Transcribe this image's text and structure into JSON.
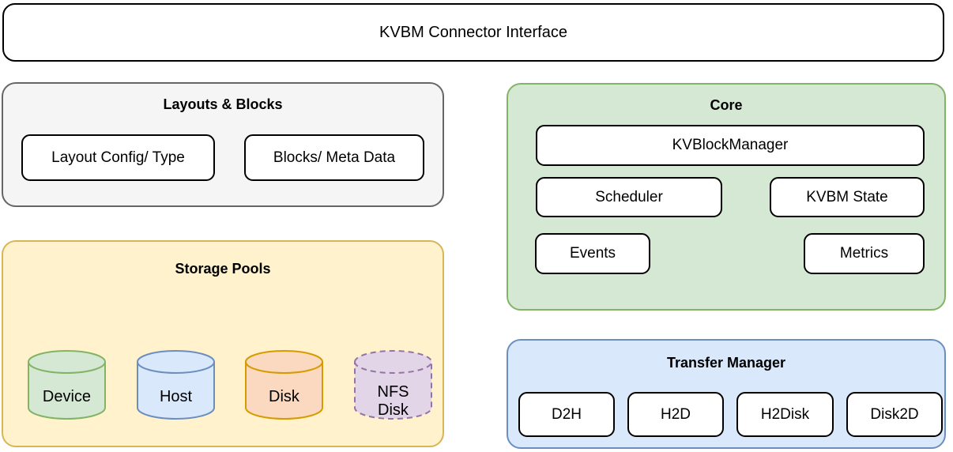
{
  "header": {
    "title": "KVBM Connector Interface"
  },
  "panels": {
    "layouts": {
      "title": "Layouts & Blocks",
      "fill": "#f5f5f5",
      "stroke": "#666666",
      "nodes": [
        {
          "label": "Layout Config/ Type"
        },
        {
          "label": "Blocks/ Meta Data"
        }
      ]
    },
    "core": {
      "title": "Core",
      "fill": "#d5e8d4",
      "stroke": "#82b366",
      "nodes": [
        {
          "label": "KVBlockManager"
        },
        {
          "label": "Scheduler"
        },
        {
          "label": "KVBM State"
        },
        {
          "label": "Events"
        },
        {
          "label": "Metrics"
        }
      ]
    },
    "storage": {
      "title": "Storage Pools",
      "fill": "#fff2cc",
      "stroke": "#d6b656",
      "cylinders": [
        {
          "label": "Device",
          "fill": "#d5e8d4",
          "stroke": "#82b366",
          "dashed": false
        },
        {
          "label": "Host",
          "fill": "#dae8fc",
          "stroke": "#6c8ebf",
          "dashed": false
        },
        {
          "label": "Disk",
          "fill": "#fad9c0",
          "stroke": "#d79b00",
          "dashed": false
        },
        {
          "label": "NFS Disk",
          "fill": "#e1d5e7",
          "stroke": "#9673a6",
          "dashed": true,
          "line1": "NFS",
          "line2": "Disk"
        }
      ]
    },
    "transfer": {
      "title": "Transfer Manager",
      "fill": "#dae8fc",
      "stroke": "#6c8ebf",
      "nodes": [
        {
          "label": "D2H"
        },
        {
          "label": "H2D"
        },
        {
          "label": "H2Disk"
        },
        {
          "label": "Disk2D"
        }
      ]
    }
  }
}
